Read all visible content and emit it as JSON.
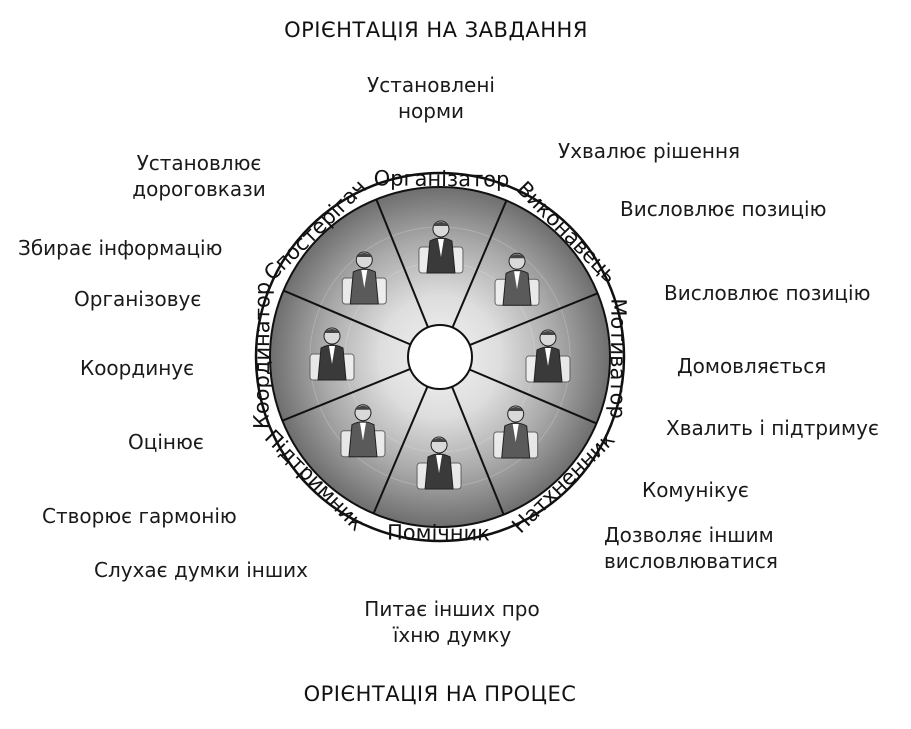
{
  "axis": {
    "top": "ОРІЄНТАЦІЯ НА ЗАВДАННЯ",
    "bottom": "ОРІЄНТАЦІЯ НА ПРОЦЕС"
  },
  "roles": [
    "Організатор",
    "Виконавець",
    "Мотиватор",
    "Натхненник",
    "Помічник",
    "Підтримник",
    "Координатор",
    "Спостерігач"
  ],
  "actions": {
    "norms_1": "Установлені",
    "norms_2": "норми",
    "decides": "Ухвалює рішення",
    "states_position_1": "Висловлює позицію",
    "states_position_2": "Висловлює позицію",
    "negotiates": "Домовляється",
    "praises": "Хвалить і підтримує",
    "communicates": "Комунікує",
    "lets_speak_1": "Дозволяє іншим",
    "lets_speak_2": "висловлюватися",
    "asks_1": "Питає інших про",
    "asks_2": "їхню думку",
    "listens": "Слухає думки інших",
    "harmony": "Створює гармонію",
    "evaluates": "Оцінює",
    "coordinates": "Координує",
    "organizes": "Організовує",
    "gathers": "Збирає інформацію",
    "guides_1": "Установлює",
    "guides_2": "дороговкази"
  },
  "icons": {
    "figures": [
      "organizer-figure-icon",
      "executor-figure-icon",
      "motivator-figure-icon",
      "inspirer-figure-icon",
      "helper-figure-icon",
      "supporter-figure-icon",
      "coordinator-figure-icon",
      "observer-figure-icon"
    ]
  }
}
